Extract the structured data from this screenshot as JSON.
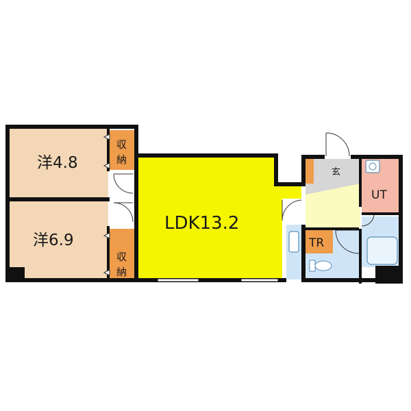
{
  "colors": {
    "wall": "#111111",
    "ldk": "#f5f500",
    "western_room": "#f3d7b6",
    "closet": "#ef9c4b",
    "utility": "#f4b9a8",
    "bath": "#cfe5f7",
    "entrance": "#d6d6d6",
    "hallway": "#fbfbc0"
  },
  "rooms": {
    "western_top": {
      "label": "洋4.8"
    },
    "western_bottom": {
      "label": "洋6.9"
    },
    "closet_top": {
      "line1": "収",
      "line2": "納"
    },
    "closet_bottom": {
      "line1": "収",
      "line2": "納"
    },
    "ldk": {
      "label": "LDK13.2"
    },
    "entrance": {
      "label": "玄"
    },
    "utility": {
      "label": "UT"
    },
    "toilet": {
      "label": "TR"
    }
  }
}
